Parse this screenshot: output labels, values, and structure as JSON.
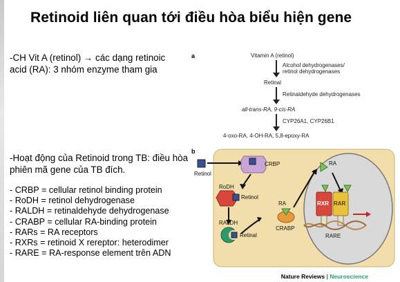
{
  "slide": {
    "title": "Retinoid liên quan tới điều hòa biểu hiện gene",
    "intro": "-CH Vit A (retinol)  → các dạng retinoic acid (RA): 3 nhóm enzyme tham gia",
    "activity": "-Hoạt động của Retinoid trong TB: điều hòa phiên mã gene của TB đích.",
    "abbreviations": [
      "- CRBP = cellular retinol binding protein",
      "- RoDH = retinol dehydrogenase",
      "- RALDH = retinaldehyde dehydrogenase",
      "- CRABP = cellular RA-binding protein",
      "- RARs = RA receptors",
      "- RXRs = retinoid X rereptor: heterodimer",
      "- RARE = RA-response element trên ADN"
    ]
  },
  "panel_a": {
    "letter": "a",
    "vitamin": "Vitamin A (retinol)",
    "enzyme1_line1": "Alcohol dehydrogenases/",
    "enzyme1_line2": "retinol dehydrogenases",
    "retinal": "Retinal",
    "enzyme2": "Retinaldehyde dehydrogenases",
    "ra_forms": "all-trans-RA, 9-cis-RA",
    "enzyme3": "CYP26A1, CYP26B1",
    "metabolites": "4-oxo-RA, 4-OH-RA, 5,8-epoxy-RA"
  },
  "panel_b": {
    "letter": "b",
    "retinol_outside": "Retinol",
    "crbp": "CRBP",
    "rodh": "RoDH",
    "retinol_rodh": "Retinol",
    "raldh": "RALDH",
    "retinol_raldh": "Retinal",
    "ra_mid": "RA",
    "crabp": "CRABP",
    "ra_nucleus": "RA",
    "rxr": "RXR",
    "rar": "RAR",
    "rare": "RARE"
  },
  "credit": {
    "publisher": "Nature Reviews",
    "separator": "|",
    "journal": "Neuroscience"
  },
  "colors": {
    "cell": "#f2deaa",
    "nucleus": "#d9d9d9",
    "crbp": "#c9a5d6",
    "rodh": "#d9473c",
    "raldh": "#2d9a6b",
    "crabp": "#e69a3a",
    "rxr": "#d9473c",
    "rar": "#e8c23a",
    "ra_triangle": "#7fbf5a",
    "retinol_square": "#3a4f9a"
  }
}
